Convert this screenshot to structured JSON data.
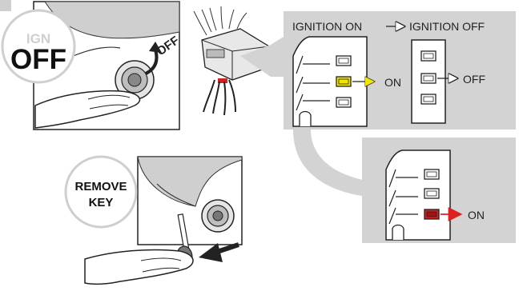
{
  "step1": {
    "badge_top": "IGN",
    "badge_bottom": "OFF",
    "key_label": "OFF"
  },
  "step2": {
    "badge_line1": "REMOVE",
    "badge_line2": "KEY"
  },
  "panel_top": {
    "ignition_on": "IGNITION ON",
    "ignition_off": "IGNITION OFF",
    "on_label": "ON",
    "off_label": "OFF"
  },
  "panel_bottom": {
    "on_label": "ON"
  },
  "colors": {
    "panel_bg": "#d3d3d3",
    "led_yellow": "#f2e600",
    "led_red": "#d62020",
    "arrow_red": "#e02020",
    "badge_bg": "#ffffff",
    "badge_ring": "#cfcfcf"
  }
}
